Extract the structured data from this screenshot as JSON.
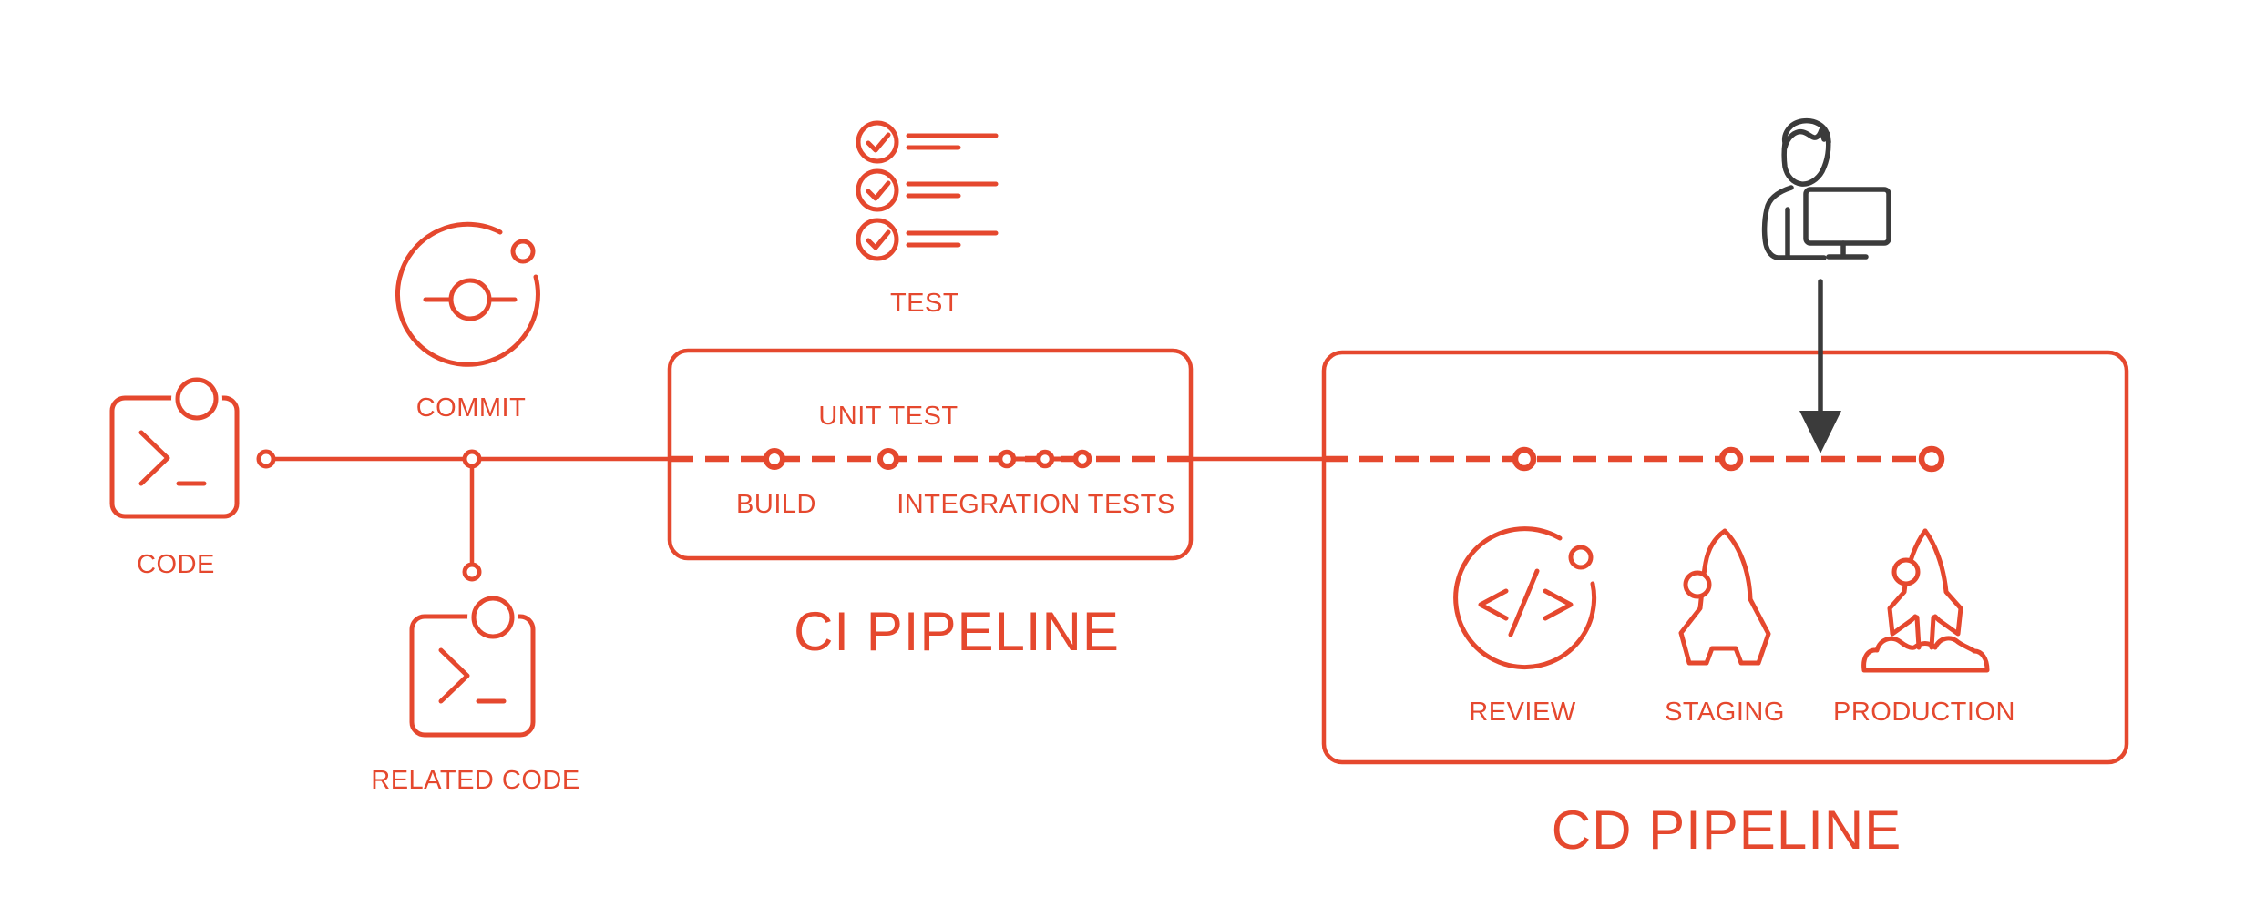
{
  "diagram": {
    "background_color": "#FFFFFF",
    "accent_color": "#E5482E",
    "dark_color": "#3B3B3B"
  },
  "source_flow": {
    "code": {
      "label": "CODE",
      "icon": "terminal-code-icon"
    },
    "commit": {
      "label": "COMMIT",
      "icon": "git-commit-icon"
    },
    "related_code": {
      "label": "RELATED CODE",
      "icon": "terminal-code-icon"
    },
    "test": {
      "label": "TEST",
      "icon": "checklist-icon"
    }
  },
  "ci_pipeline": {
    "title": "CI PIPELINE",
    "stages": {
      "build": {
        "label": "BUILD"
      },
      "unit_test": {
        "label": "UNIT TEST"
      },
      "integration_tests": {
        "label": "INTEGRATION TESTS"
      }
    }
  },
  "cd_pipeline": {
    "title": "CD PIPELINE",
    "stages": {
      "review": {
        "label": "REVIEW",
        "icon": "code-review-icon"
      },
      "staging": {
        "label": "STAGING",
        "icon": "rocket-icon"
      },
      "production": {
        "label": "PRODUCTION",
        "icon": "rocket-launch-icon"
      }
    }
  },
  "operator": {
    "icon": "person-at-computer-icon",
    "arrow_icon": "down-arrow-icon"
  }
}
